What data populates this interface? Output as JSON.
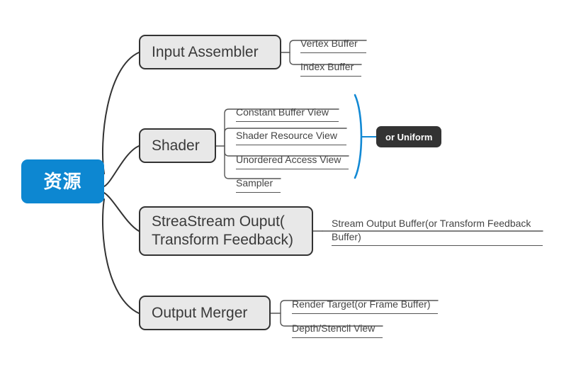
{
  "diagram": {
    "type": "mindmap",
    "root": {
      "label": "资源",
      "color": "#0d87d1",
      "text_color": "#ffffff"
    },
    "node_style": {
      "fill": "#e8e8e8",
      "border": "#333333",
      "text": "#3a3a3a"
    },
    "bracket_color": "#1289d4",
    "branches": [
      {
        "label": "Input Assembler",
        "children": [
          {
            "label": "Vertex Buffer"
          },
          {
            "label": "Index Buffer"
          }
        ]
      },
      {
        "label": "Shader",
        "children": [
          {
            "label": "Constant Buffer View"
          },
          {
            "label": "Shader Resource View"
          },
          {
            "label": "Unordered Access View"
          },
          {
            "label": "Sampler"
          }
        ],
        "annotation": {
          "label": "or Uniform",
          "background": "#333333",
          "text_color": "#ffffff"
        }
      },
      {
        "label": "StreaStream Ouput(\nTransform Feedback)",
        "children": [
          {
            "label": "Stream Output Buffer(or Transform Feedback\nBuffer)"
          }
        ]
      },
      {
        "label": "Output Merger",
        "children": [
          {
            "label": "Render Target(or Frame Buffer)"
          },
          {
            "label": "Depth/Stencil View"
          }
        ]
      }
    ]
  }
}
